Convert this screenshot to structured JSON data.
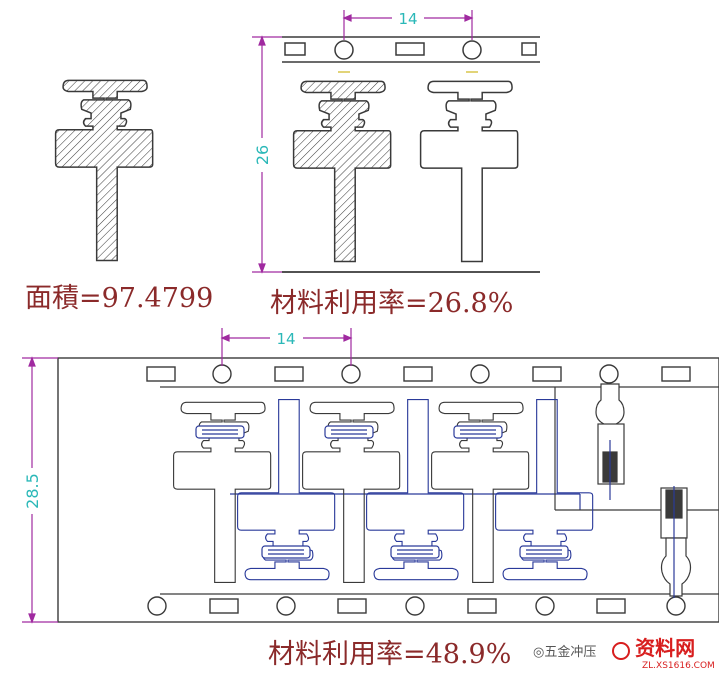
{
  "top_left_caption": "面積=97.4799",
  "top_right_caption": "材料利用率=26.8%",
  "bottom_caption": "材料利用率=48.9%",
  "dim_pitch_top": "14",
  "dim_height_top": "26",
  "dim_pitch_bottom": "14",
  "dim_height_bottom": "28.5",
  "watermark_left": "五金冲压",
  "watermark_logo": "资料网",
  "watermark_url": "ZL.XS1616.COM",
  "colors": {
    "outline": "#3a3a3a",
    "hatch": "#3a3a3a",
    "dimension": "#a02aa0",
    "dimension_text": "#2ab8b8",
    "caption": "#8b2a2a",
    "strip_blue": "#2a3a9a",
    "watermark_red": "#d81e1e"
  }
}
